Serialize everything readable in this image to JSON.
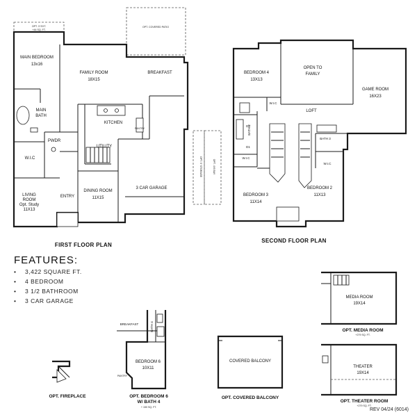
{
  "first_floor": {
    "title": "FIRST FLOOR PLAN",
    "rooms": {
      "opt_ext": "OPT. 3' EXT.",
      "opt_ext_area": "+44 SQ. FT.",
      "main_bedroom": "MAIN BEDROOM",
      "main_bedroom_size": "13x16",
      "main_bath": "MAIN",
      "main_bath_2": "BATH",
      "pwdr": "PWDR",
      "wic": "W.I.C",
      "family_room": "FAMILY ROOM",
      "family_room_size": "18X15",
      "breakfast": "BREAKFAST",
      "covered_patio": "OPT. COVERED PATIO",
      "kitchen": "KITCHEN",
      "pantry": "PANTRY",
      "utility": "UTILITY",
      "living_room": "LIVING",
      "living_room_2": "ROOM",
      "living_room_3": "Opt. Study",
      "living_room_size": "11X13",
      "entry": "ENTRY",
      "dining_room": "DINING ROOM",
      "dining_room_size": "11X15",
      "garage": "3 CAR GARAGE",
      "opt_storage": "OPT. 5' STORAGE",
      "opt_4ft_bay": "OPT. 4'/6 BAY"
    }
  },
  "second_floor": {
    "title": "SECOND FLOOR PLAN",
    "rooms": {
      "bedroom4": "BEDROOM 4",
      "bedroom4_size": "13X13",
      "open_to_family": "OPEN TO",
      "open_to_family_2": "FAMILY",
      "game_room": "GAME ROOM",
      "game_room_size": "16X23",
      "wic": "W.I.C",
      "bath2": "BATH 2",
      "d2": "D2",
      "d1": "D1",
      "loft": "LOFT",
      "bath3": "BATH 3",
      "wic_b": "W.I.C",
      "wic_c": "W.I.C",
      "bedroom3": "BEDROOM 3",
      "bedroom3_size": "11X14",
      "bedroom2": "BEDROOM 2",
      "bedroom2_size": "11X13"
    }
  },
  "features": {
    "heading": "FEATURES:",
    "items": [
      "3,422 SQUARE FT.",
      "4 BEDROOM",
      "3 1/2 BATHROOM",
      "3 CAR GARAGE"
    ]
  },
  "options": {
    "fireplace": "OPT. FIREPLACE",
    "bedroom6": {
      "caption": "OPT. BEDROOM 6",
      "caption_2": "W/ BATH 4",
      "area": "+ 150 SQ. FT.",
      "breakfast": "BREAKFAST",
      "bath4": "BATH 4",
      "room": "BEDROOM 6",
      "room_size": "10X11",
      "pantry": "PANTRY"
    },
    "covered_balcony": {
      "caption": "OPT. COVERED BALCONY",
      "room": "COVERED BALCONY"
    },
    "media_room": {
      "caption": "OPT. MEDIA ROOM",
      "area": "+279 SQ. FT.",
      "room": "MEDIA ROOM",
      "room_size": "19X14"
    },
    "theater": {
      "caption": "OPT. THEATER ROOM",
      "area": "+279 SQ. FT.",
      "room": "THEATER",
      "room_size": "19X14"
    }
  },
  "revision": "REV 04/24 (6014)"
}
